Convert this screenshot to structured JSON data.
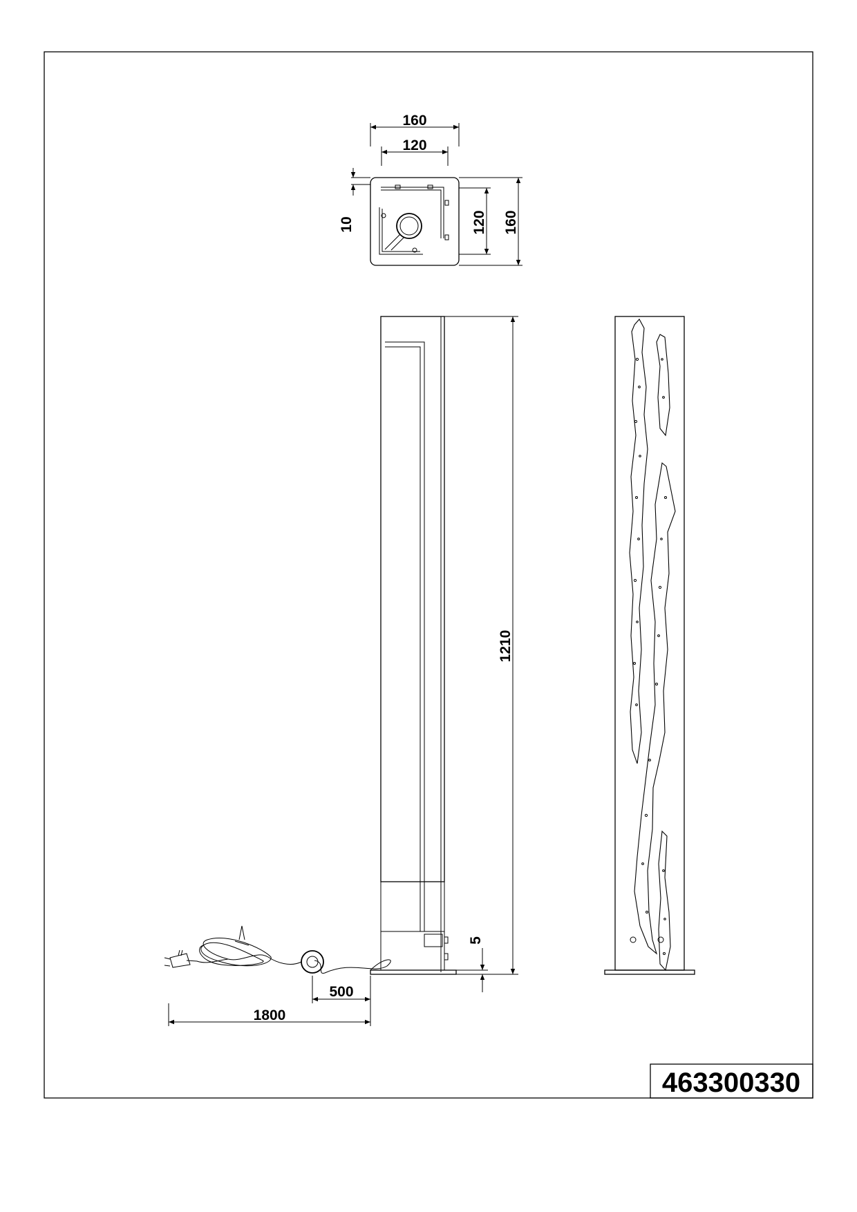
{
  "title_block": {
    "article_number": "463300330"
  },
  "dimensions": {
    "top_outer_width": "160",
    "top_inner_width": "120",
    "top_wall": "10",
    "top_inner_depth": "120",
    "top_outer_depth": "160",
    "height": "1210",
    "base_thickness": "5",
    "switch_cable": "500",
    "cable_length": "1800"
  }
}
